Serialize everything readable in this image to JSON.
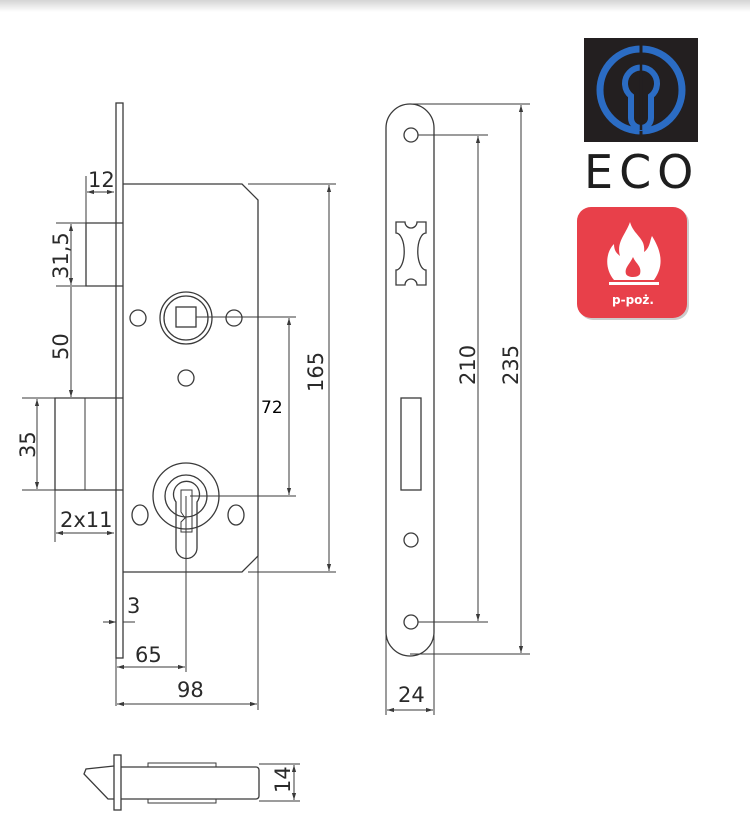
{
  "drawing": {
    "title": "Mortise lock technical drawing",
    "front_view": {
      "dimensions": {
        "latch_projection": "12",
        "latch_height": "31,5",
        "latch_to_bolt": "50",
        "bolt_height": "35",
        "bolt_throw": "2x11",
        "faceplate_thickness": "3",
        "backset": "65",
        "case_depth": "98",
        "handle_to_cylinder": "72",
        "case_height": "165"
      }
    },
    "faceplate_view": {
      "dimensions": {
        "screw_spacing": "210",
        "faceplate_length": "235",
        "faceplate_width": "24"
      }
    },
    "bottom_view": {
      "dimensions": {
        "case_thickness": "14"
      }
    }
  },
  "badges": {
    "eco": {
      "label": "ECO",
      "icon": "cylinder-keyhole-icon",
      "bg_color": "#231f20",
      "ring_color": "#2b6cc4"
    },
    "fire": {
      "label": "p-poż.",
      "icon": "flame-icon",
      "bg_color": "#e8404a"
    }
  }
}
